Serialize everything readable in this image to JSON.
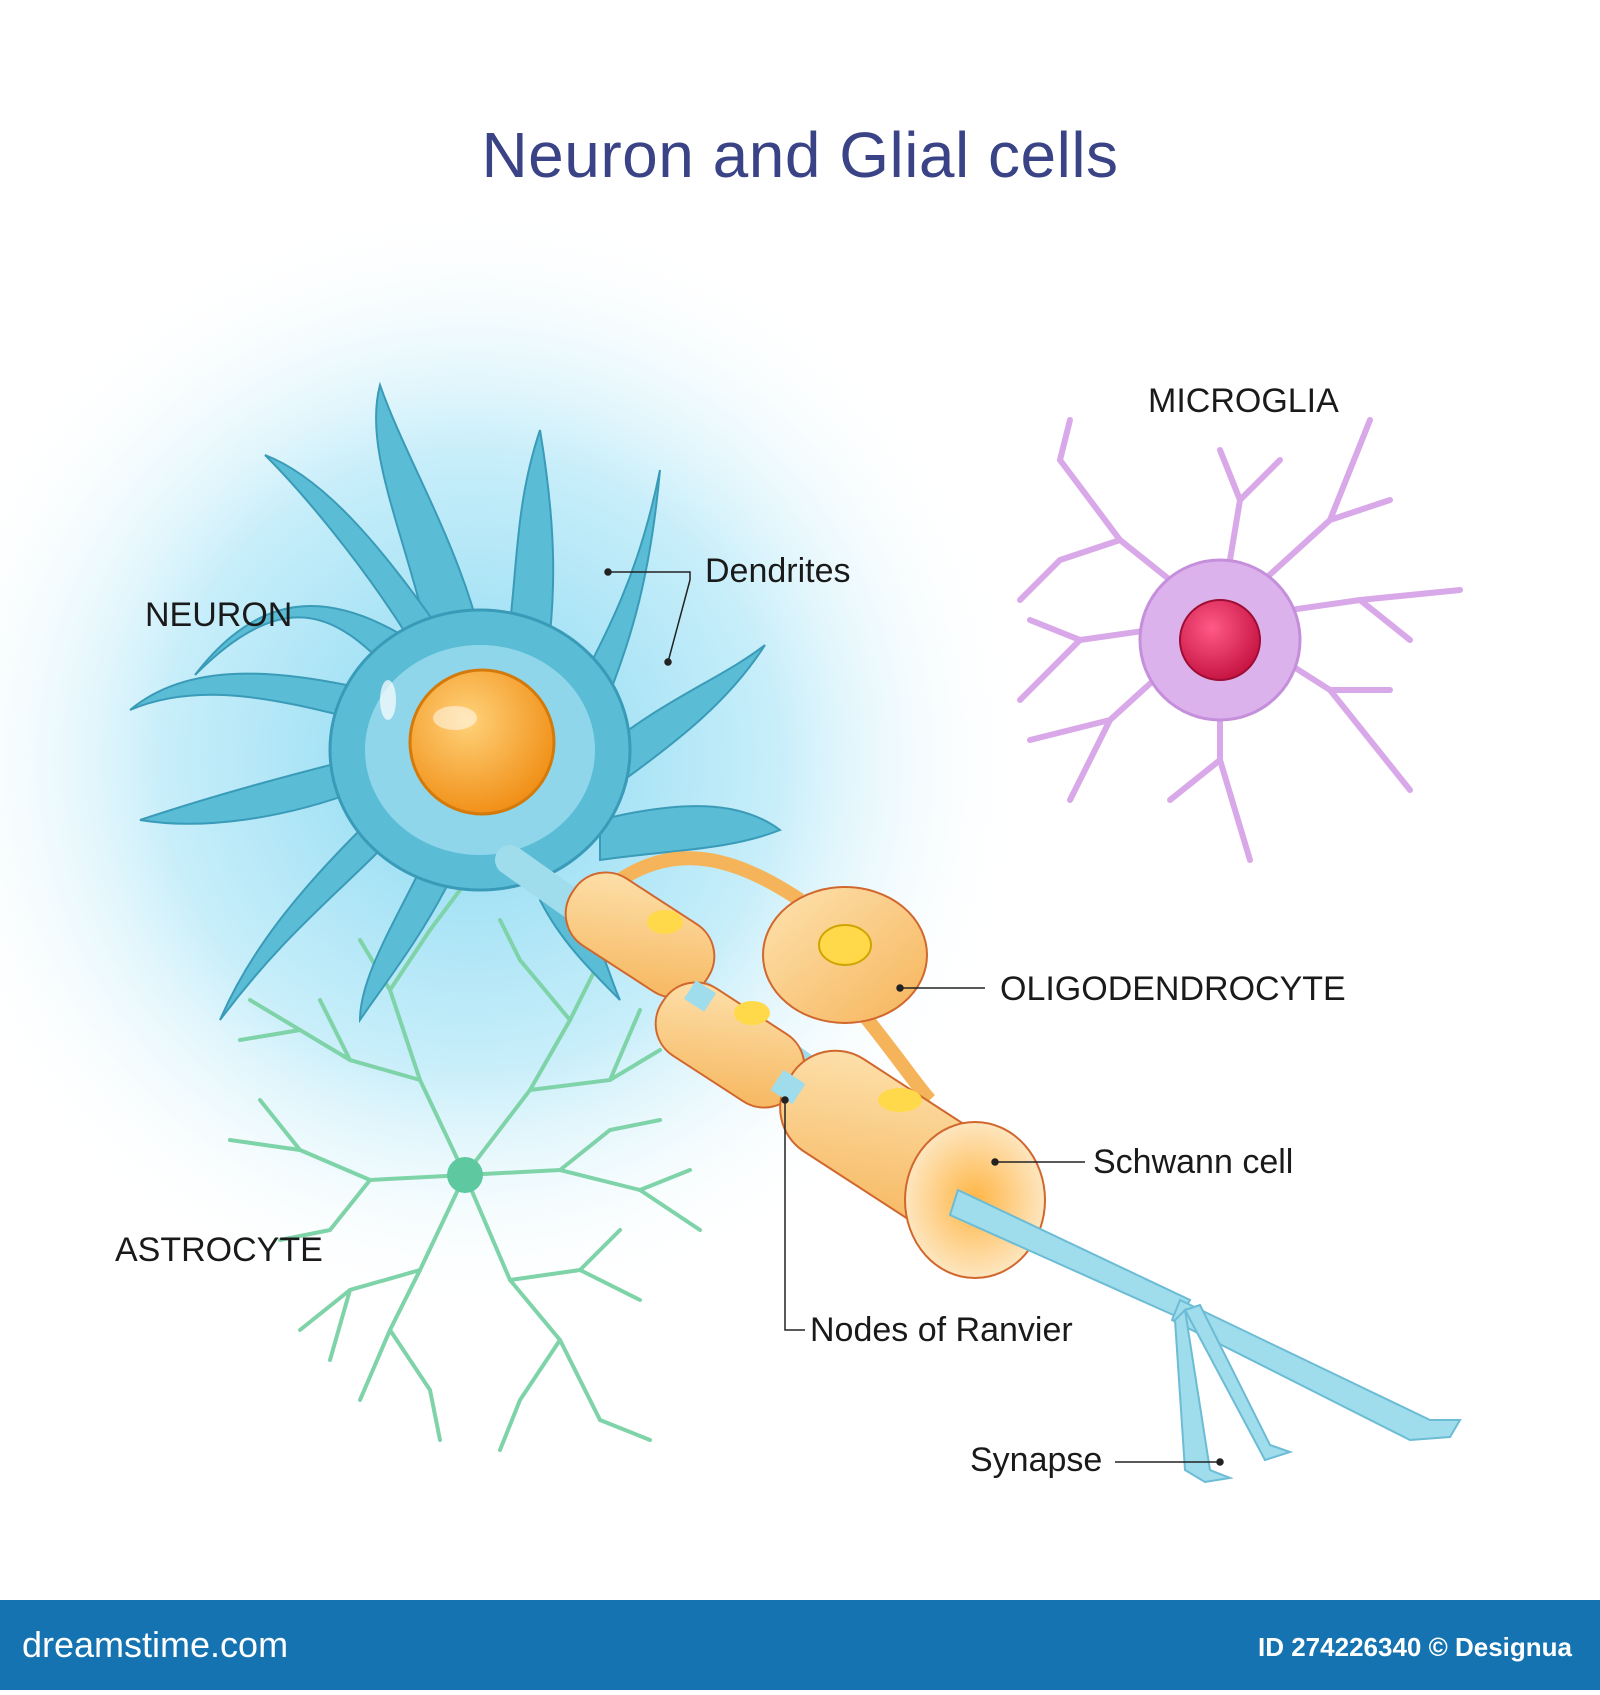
{
  "title": "Neuron and Glial cells",
  "labels": {
    "neuron": "NEURON",
    "dendrites": "Dendrites",
    "microglia": "MICROGLIA",
    "oligodendrocyte": "OLIGODENDROCYTE",
    "schwann_cell": "Schwann cell",
    "astrocyte": "ASTROCYTE",
    "nodes_of_ranvier": "Nodes of Ranvier",
    "synapse": "Synapse"
  },
  "footer": {
    "brand": "dreamstime.com",
    "credit": "ID 274226340 © Designua"
  },
  "colors": {
    "title": "#3a4386",
    "neuron_body": "#5bbcd6",
    "nucleus": "#f6a623",
    "microglia": "#d9a8e8",
    "microglia_nucleus": "#e0245e",
    "astrocyte": "#7fd3a8",
    "myelin": "#f9c77b",
    "axon": "#9fdcec",
    "footer": "#1473b0"
  }
}
